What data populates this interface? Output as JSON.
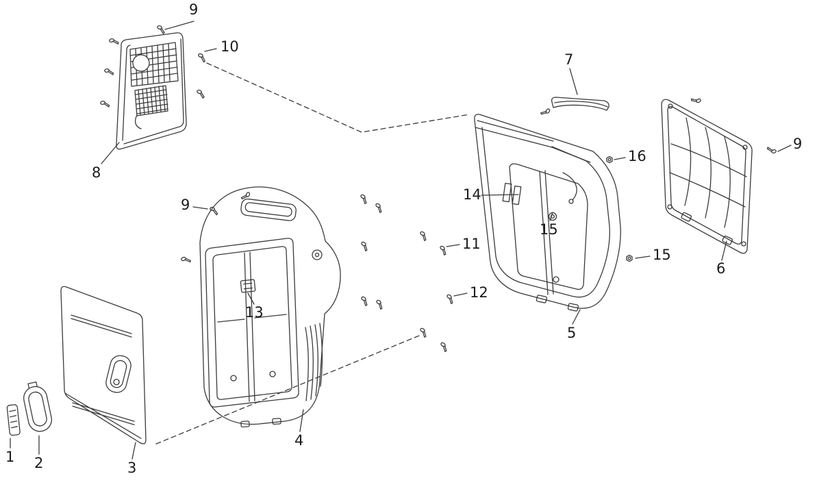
{
  "page": {
    "background": "#ffffff",
    "line_color": "#3a3a3a",
    "label_color": "#1b1b1b",
    "kind": "exploded-parts-diagram"
  },
  "diagram": {
    "parts_shown": [
      "1",
      "2",
      "3",
      "4",
      "5",
      "6",
      "7",
      "8",
      "9",
      "10",
      "11",
      "12",
      "13",
      "14",
      "15",
      "16"
    ]
  },
  "callouts": [
    {
      "text": "9"
    },
    {
      "text": "10"
    },
    {
      "text": "8"
    },
    {
      "text": "9"
    },
    {
      "text": "13"
    },
    {
      "text": "4"
    },
    {
      "text": "3"
    },
    {
      "text": "2"
    },
    {
      "text": "1"
    },
    {
      "text": "11"
    },
    {
      "text": "12"
    },
    {
      "text": "7"
    },
    {
      "text": "16"
    },
    {
      "text": "14"
    },
    {
      "text": "15"
    },
    {
      "text": "15"
    },
    {
      "text": "6"
    },
    {
      "text": "9"
    },
    {
      "text": "5"
    }
  ]
}
